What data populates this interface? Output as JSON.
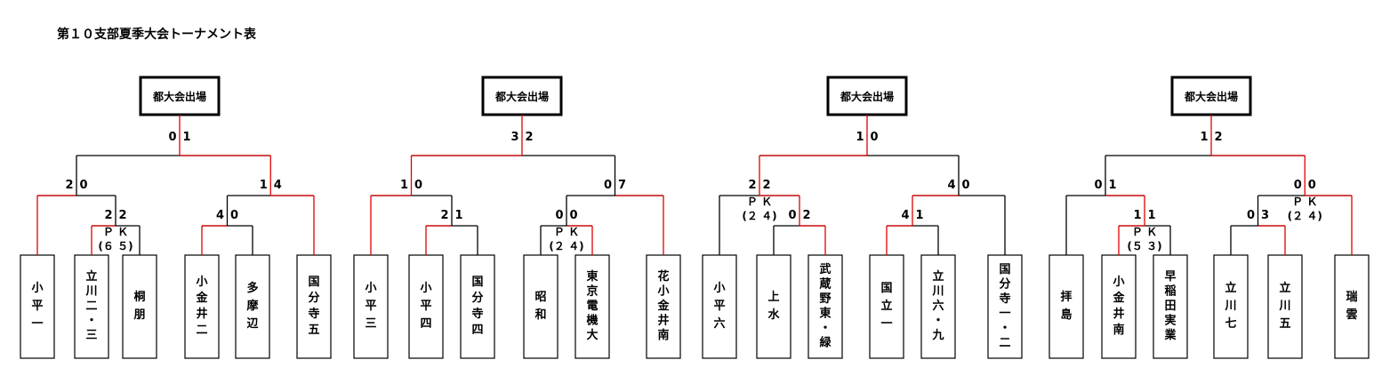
{
  "title": "第１０支部夏季大会トーナメント表",
  "colors": {
    "winner_line": "#e00000",
    "loser_line": "#000000",
    "box_border": "#000000"
  },
  "brackets": [
    {
      "champion_label": "都大会出場",
      "final_score": [
        "0",
        "1"
      ],
      "semis": [
        {
          "score": [
            "2",
            "0"
          ],
          "sub": {
            "score": [
              "2",
              "2"
            ],
            "pk_label": "Ｐ Ｋ",
            "pk_score": "(６ ５)"
          },
          "teams": [
            "小平一",
            "立川二・三",
            "桐朋"
          ]
        },
        {
          "score": [
            "1",
            "4"
          ],
          "sub": {
            "score": [
              "4",
              "0"
            ]
          },
          "teams": [
            "小金井二",
            "多摩辺",
            "国分寺五"
          ]
        }
      ]
    },
    {
      "champion_label": "都大会出場",
      "final_score": [
        "3",
        "2"
      ],
      "semis": [
        {
          "score": [
            "1",
            "0"
          ],
          "sub": {
            "score": [
              "2",
              "1"
            ]
          },
          "teams": [
            "小平三",
            "小平四",
            "国分寺四"
          ]
        },
        {
          "score": [
            "0",
            "7"
          ],
          "sub": {
            "score": [
              "0",
              "0"
            ],
            "pk_label": "Ｐ Ｋ",
            "pk_score": "(２ ４)"
          },
          "teams": [
            "昭和",
            "東京電機大",
            "花小金井南"
          ]
        }
      ]
    },
    {
      "champion_label": "都大会出場",
      "final_score": [
        "1",
        "0"
      ],
      "semis": [
        {
          "score": [
            "2",
            "2"
          ],
          "pk_label": "Ｐ Ｋ",
          "pk_score": "(２ ４)",
          "sub": {
            "score": [
              "0",
              "2"
            ]
          },
          "teams": [
            "小平六",
            "上水",
            "武蔵野東・緑"
          ]
        },
        {
          "score": [
            "4",
            "0"
          ],
          "sub": {
            "score": [
              "4",
              "1"
            ]
          },
          "teams": [
            "国立一",
            "立川六・九",
            "国分寺一・二"
          ]
        }
      ]
    },
    {
      "champion_label": "都大会出場",
      "final_score": [
        "1",
        "2"
      ],
      "semis": [
        {
          "score": [
            "0",
            "1"
          ],
          "sub": {
            "score": [
              "1",
              "1"
            ],
            "pk_label": "Ｐ Ｋ",
            "pk_score": "(５ ３)"
          },
          "teams": [
            "拝島",
            "小金井南",
            "早稲田実業"
          ]
        },
        {
          "score": [
            "0",
            "0"
          ],
          "pk_label": "Ｐ Ｋ",
          "pk_score": "(２ ４)",
          "sub": {
            "score": [
              "0",
              "3"
            ]
          },
          "teams": [
            "立川七",
            "立川五",
            "瑞雲"
          ]
        }
      ]
    }
  ]
}
